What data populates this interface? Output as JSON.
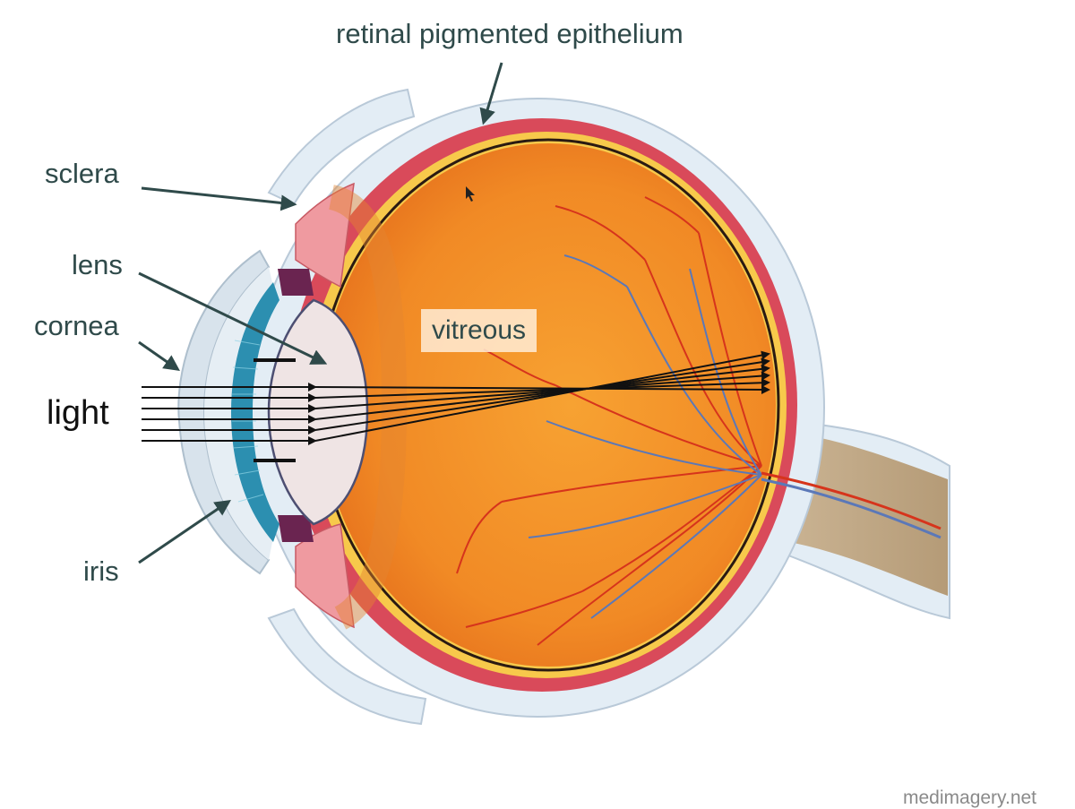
{
  "labels": {
    "retinal_pigmented_epithelium": "retinal pigmented epithelium",
    "sclera": "sclera",
    "lens": "lens",
    "cornea": "cornea",
    "light": "light",
    "iris": "iris",
    "vitreous": "vitreous"
  },
  "credit": "medimagery.net",
  "colors": {
    "sclera": "#e3edf5",
    "choroid": "#d94a5a",
    "retina_yellow": "#f7c94b",
    "vitreous_orange": "#f59a2e",
    "iris_blue": "#2c8fb0",
    "lens_fill": "#efe4e4",
    "leader_line": "#2f4a4a",
    "light_ray": "#111111",
    "vessel_red": "#d6341c",
    "vessel_blue": "#5b78b8"
  },
  "light_rays": 6
}
